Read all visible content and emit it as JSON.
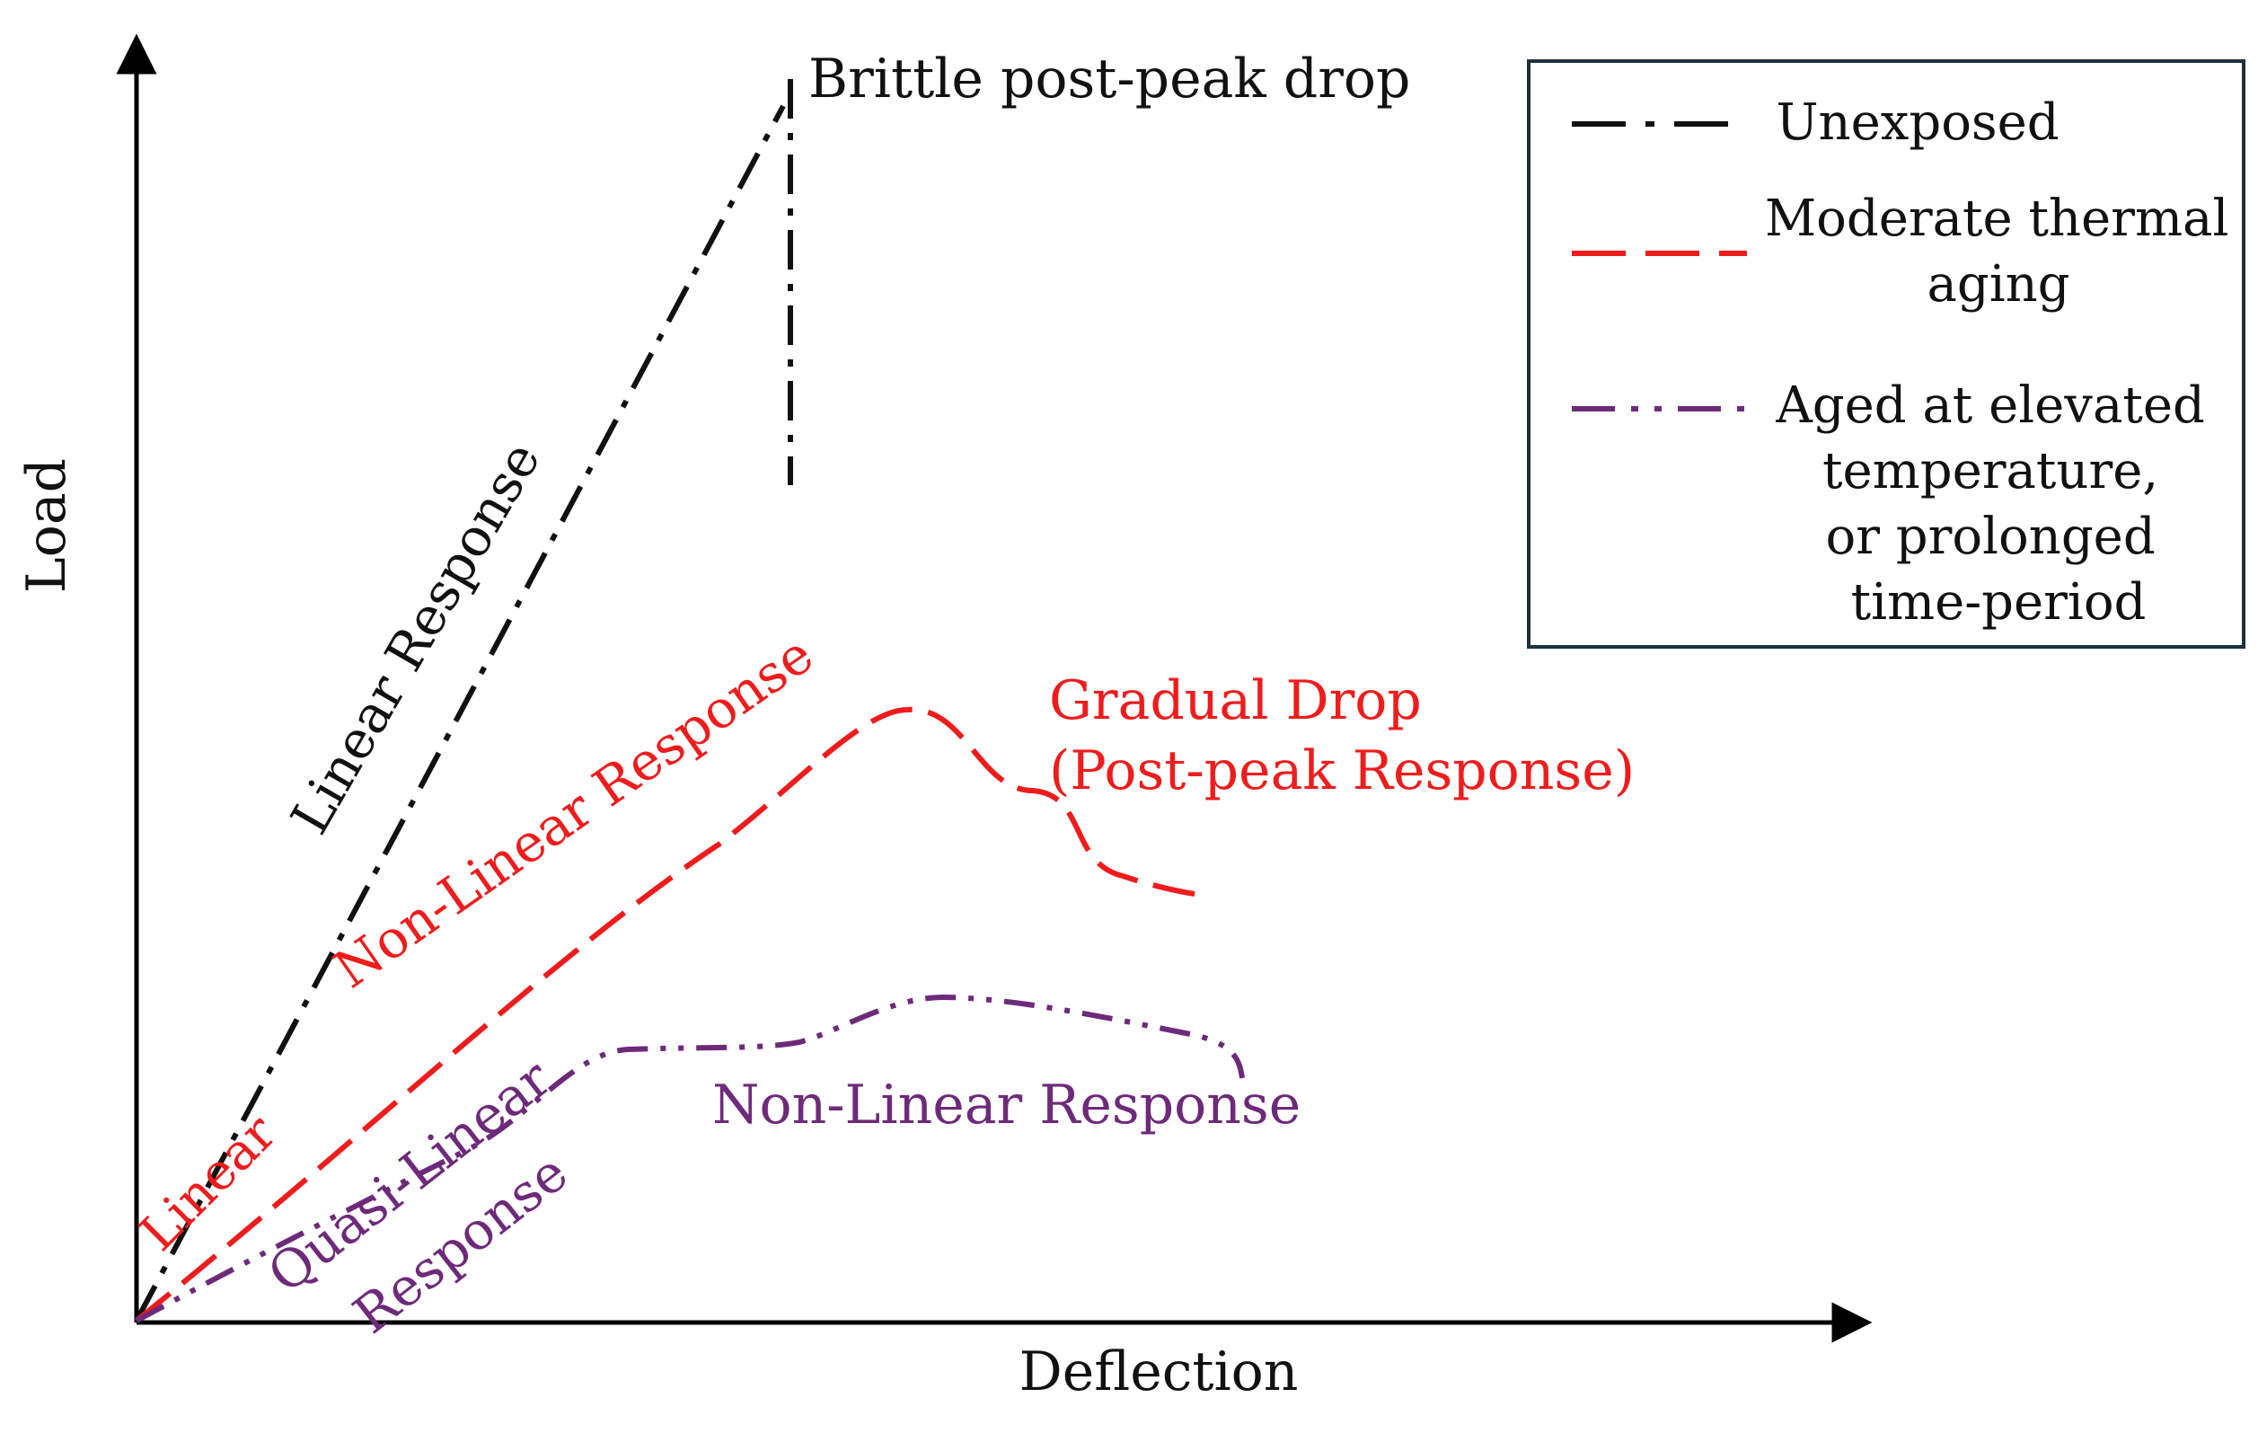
{
  "axes": {
    "x_label": "Deflection",
    "y_label": "Load"
  },
  "legend": {
    "items": [
      {
        "id": "unexposed",
        "lines": [
          "Unexposed"
        ]
      },
      {
        "id": "moderate",
        "lines": [
          "Moderate thermal",
          "aging"
        ]
      },
      {
        "id": "aged",
        "lines": [
          "Aged at elevated",
          "temperature,",
          "or prolonged",
          "time-period"
        ]
      }
    ]
  },
  "annotations": {
    "brittle": "Brittle post-peak drop",
    "linear_response": "Linear Response",
    "nonlinear_red": "Non-Linear Response",
    "linear_small": "Linear",
    "gradual_drop_1": "Gradual Drop",
    "gradual_drop_2": "(Post-peak Response)",
    "nonlinear_purple": "Non-Linear Response",
    "quasi_1": "Quasi-Linear",
    "quasi_2": "Response"
  },
  "colors": {
    "unexposed": "#111111",
    "moderate": "#ee1c1c",
    "aged": "#6e2a7a",
    "axis": "#000000",
    "legend_border": "#1e3040"
  }
}
